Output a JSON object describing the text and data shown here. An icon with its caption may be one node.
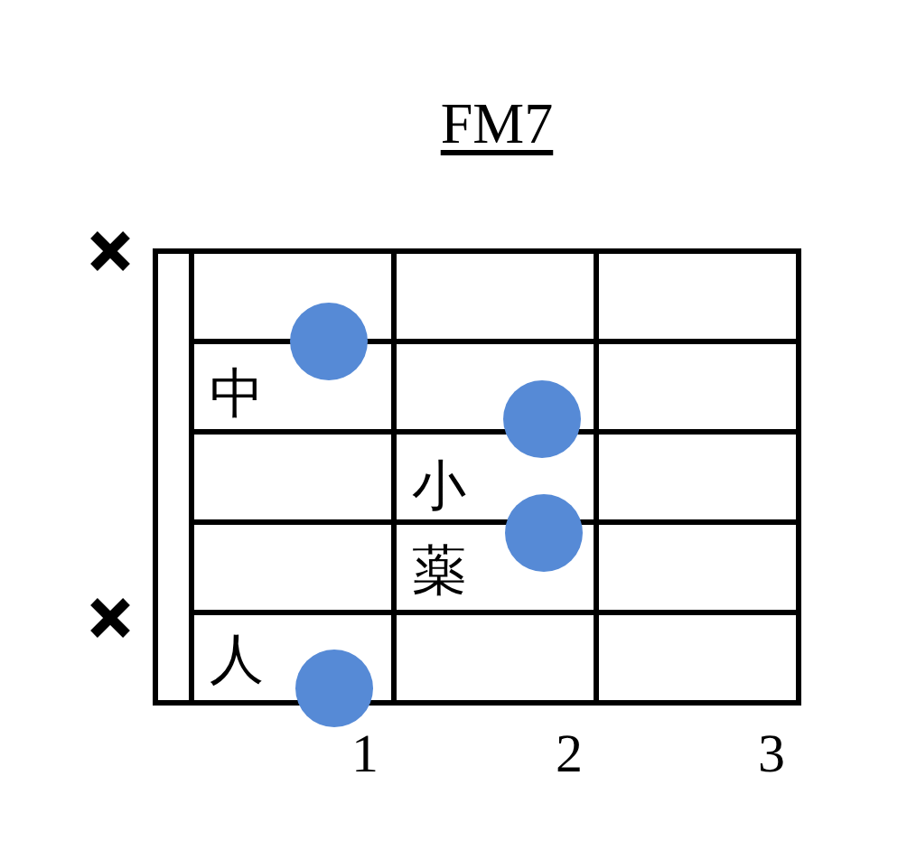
{
  "diagram": {
    "title": "FM7",
    "labels": [
      "中",
      "小",
      "薬",
      "人",
      "1",
      "2",
      "3"
    ]
  }
}
